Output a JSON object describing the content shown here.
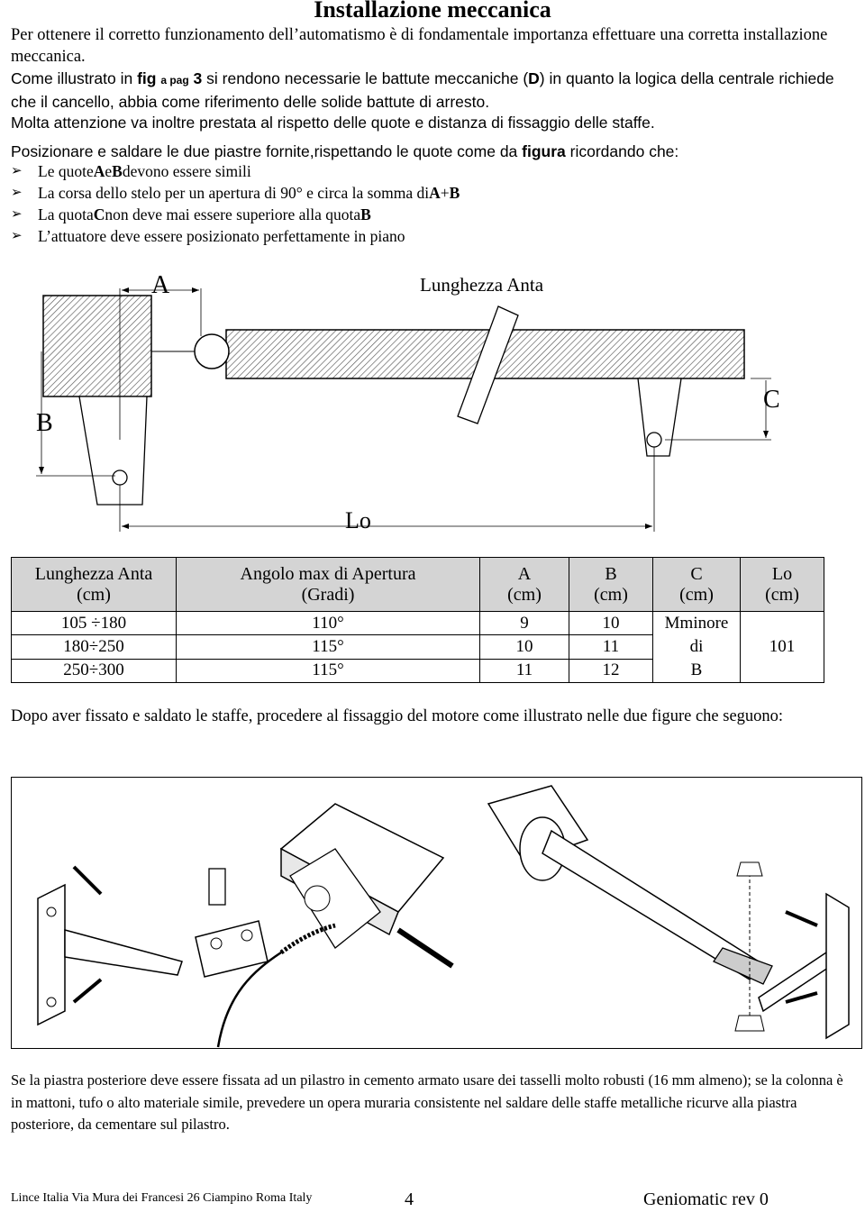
{
  "title": "Installazione meccanica",
  "intro": "Per ottenere il corretto funzionamento dell’automatismo è di fondamentale importanza effettuare una corretta installazione meccanica.",
  "para2_parts": [
    "Come illustrato in ",
    "fig",
    " ",
    "a pag",
    " ",
    "3",
    " si rendono necessarie le battute meccaniche (",
    "D",
    ") in quanto la logica della centrale richiede che il cancello, abbia come riferimento delle solide battute di arresto."
  ],
  "para3": "Molta attenzione va inoltre prestata al rispetto delle quote e distanza di fissaggio delle staffe.",
  "para4_parts": [
    "Posizionare e saldare  le due piastre fornite,rispettando le quote come da ",
    "figura",
    "  ricordando che:"
  ],
  "bullets": [
    {
      "parts": [
        "Le quote ",
        "A",
        " e ",
        "B",
        " devono essere simili"
      ]
    },
    {
      "parts": [
        "La corsa dello stelo per un apertura di 90° e circa la somma di ",
        "A",
        " +",
        "B"
      ]
    },
    {
      "parts": [
        "La quota ",
        "C",
        "  non deve mai essere superiore alla quota ",
        "B"
      ]
    },
    {
      "parts": [
        "L’attuatore deve essere posizionato perfettamente in piano"
      ]
    }
  ],
  "diagram": {
    "label_a": "A",
    "label_b": "B",
    "label_c": "C",
    "label_lo": "Lo",
    "label_length": "Lunghezza Anta"
  },
  "table": {
    "headers": [
      {
        "line1": "Lunghezza Anta",
        "line2": "(cm)"
      },
      {
        "line1": "Angolo max di Apertura",
        "line2": "(Gradi)"
      },
      {
        "line1": "A",
        "line2": "(cm)"
      },
      {
        "line1": "B",
        "line2": "(cm)"
      },
      {
        "line1": "C",
        "line2": "(cm)"
      },
      {
        "line1": "Lo",
        "line2": "(cm)"
      }
    ],
    "rows": [
      {
        "length": "105 ÷180",
        "angle": "110°",
        "a": "9",
        "b": "10"
      },
      {
        "length": "180÷250",
        "angle": "115°",
        "a": "10",
        "b": "11"
      },
      {
        "length": "250÷300",
        "angle": "115°",
        "a": "11",
        "b": "12"
      }
    ],
    "c_lines": [
      "Mminore",
      "di",
      "B"
    ],
    "lo_value": "101"
  },
  "after_table": "Dopo aver fissato e saldato le staffe, procedere al fissaggio del motore come illustrato nelle due figure che seguono:",
  "note": "Se la piastra posteriore deve essere fissata ad un pilastro in cemento armato usare dei tasselli molto robusti (16 mm almeno); se la colonna è in mattoni, tufo o alto materiale simile, prevedere un opera muraria consistente nel saldare delle  staffe metalliche ricurve alla piastra posteriore, da cementare sul pilastro.",
  "footer": {
    "company": "Lince Italia  Via Mura dei Francesi 26  Ciampino Roma Italy",
    "page": "4",
    "product": "Geniomatic   rev 0"
  }
}
